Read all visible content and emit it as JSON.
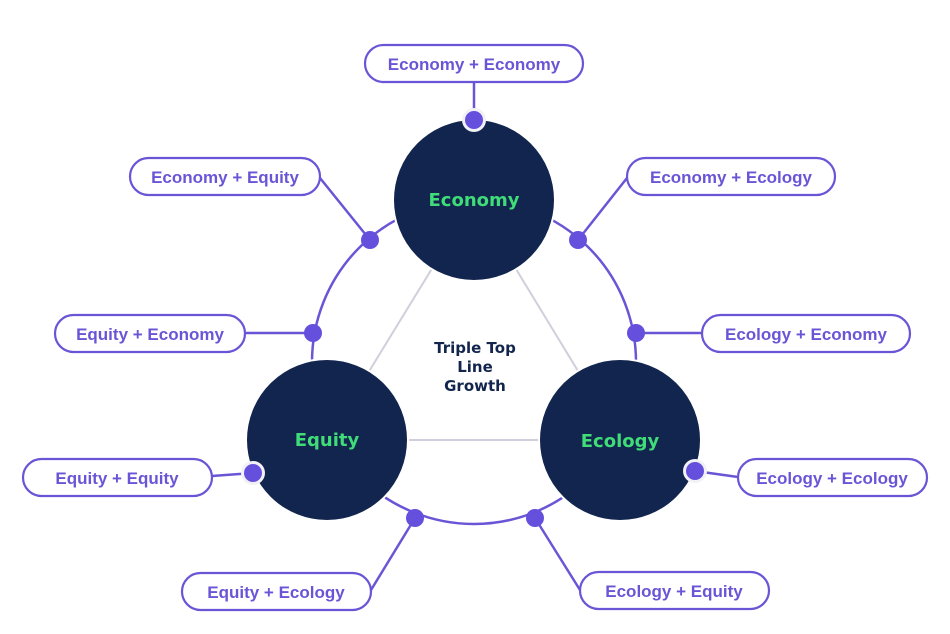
{
  "colors": {
    "accent": "#6a55d6",
    "dot": "#6450dc",
    "node_fill": "#12254e",
    "node_text": "#3fdc78",
    "inner_line": "#cfd0dc",
    "center_text": "#13254d"
  },
  "center": {
    "lines": [
      "Triple Top",
      "Line",
      "Growth"
    ]
  },
  "nodes": [
    {
      "id": "economy",
      "label": "Economy"
    },
    {
      "id": "equity",
      "label": "Equity"
    },
    {
      "id": "ecology",
      "label": "Ecology"
    }
  ],
  "connections": [
    {
      "label": "Economy + Economy"
    },
    {
      "label": "Economy + Equity"
    },
    {
      "label": "Economy + Ecology"
    },
    {
      "label": "Equity + Economy"
    },
    {
      "label": "Ecology + Economy"
    },
    {
      "label": "Equity + Equity"
    },
    {
      "label": "Ecology + Ecology"
    },
    {
      "label": "Equity + Ecology"
    },
    {
      "label": "Ecology + Equity"
    }
  ]
}
